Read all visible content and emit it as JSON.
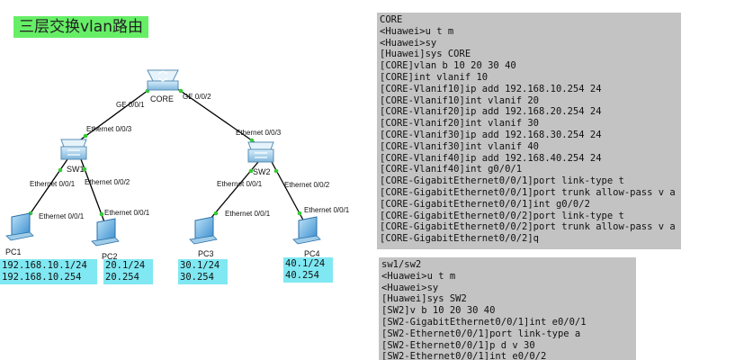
{
  "title": "三层交换vlan路由",
  "devices": {
    "core": "CORE",
    "sw1": "SW1",
    "sw2": "SW2",
    "pc1": "PC1",
    "pc2": "PC2",
    "pc3": "PC3",
    "pc4": "PC4"
  },
  "links": {
    "core_left_port": "GE 0/0/1",
    "core_right_port": "GE 0/0/2",
    "sw1_up_port": "Ethernet 0/0/3",
    "sw2_up_port": "Ethernet 0/0/3",
    "sw1_pc1_port": "Ethernet 0/0/1",
    "sw1_pc2_port": "Ethernet 0/0/2",
    "sw2_pc3_port": "Ethernet 0/0/1",
    "sw2_pc4_port": "Ethernet 0/0/2",
    "pc1_port": "Ethernet 0/0/1",
    "pc2_port": "Ethernet 0/0/1",
    "pc3_port": "Ethernet 0/0/1",
    "pc4_port": "Ethernet 0/0/1"
  },
  "ip_labels": {
    "pc1": [
      "192.168.10.1/24",
      "192.168.10.254"
    ],
    "pc2": [
      "20.1/24",
      "20.254"
    ],
    "pc3": [
      "30.1/24",
      "30.254"
    ],
    "pc4": [
      "40.1/24",
      "40.254"
    ]
  },
  "core_config": [
    "CORE",
    "<Huawei>u t m",
    "<Huawei>sy",
    "[Huawei]sys CORE",
    "[CORE]vlan b 10 20 30 40",
    "[CORE]int vlanif 10",
    "[CORE-Vlanif10]ip add 192.168.10.254 24",
    "[CORE-Vlanif10]int vlanif 20",
    "[CORE-Vlanif20]ip add 192.168.20.254 24",
    "[CORE-Vlanif20]int vlanif 30",
    "[CORE-Vlanif30]ip add 192.168.30.254 24",
    "[CORE-Vlanif30]int vlanif 40",
    "[CORE-Vlanif40]ip add 192.168.40.254 24",
    "[CORE-Vlanif40]int g0/0/1",
    "[CORE-GigabitEthernet0/0/1]port link-type t",
    "[CORE-GigabitEthernet0/0/1]port trunk allow-pass v a",
    "[CORE-GigabitEthernet0/0/1]int g0/0/2",
    "[CORE-GigabitEthernet0/0/2]port link-type t",
    "[CORE-GigabitEthernet0/0/2]port trunk allow-pass v a",
    "[CORE-GigabitEthernet0/0/2]q"
  ],
  "sw_config": [
    "sw1/sw2",
    "<Huawei>u t m",
    "<Huawei>sy",
    "[Huawei]sys SW2",
    "[SW2]v b 10 20 30 40",
    "[SW2-GigabitEthernet0/0/1]int e0/0/1",
    "[SW2-Ethernet0/0/1]port link-type a",
    "[SW2-Ethernet0/0/1]p d v 30",
    "[SW2-Ethernet0/0/1]int e0/0/2"
  ],
  "colors": {
    "title_bg": "#66ee66",
    "ip_bg": "#7fe8f2",
    "code_bg": "#c3c3c3",
    "link": "#000000",
    "link_dot": "#33cc33"
  }
}
